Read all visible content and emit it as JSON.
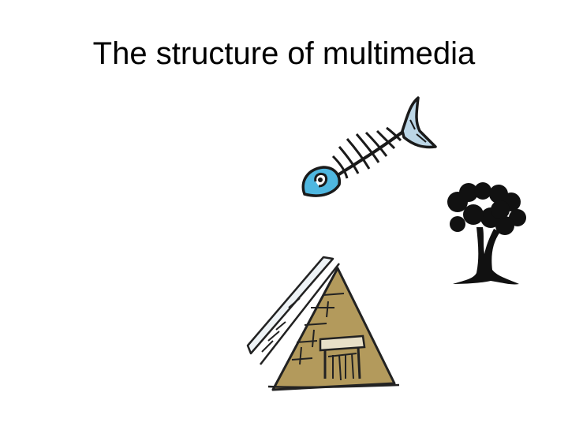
{
  "slide": {
    "title": "The structure of multimedia"
  },
  "clipart": [
    {
      "name": "fish-skeleton",
      "icon": "fish-bone-icon",
      "colors": {
        "ink": "#1a1a1a",
        "fill": "#4fb7e0",
        "tail": "#bcd6e6"
      }
    },
    {
      "name": "tree",
      "icon": "tree-icon",
      "colors": {
        "ink": "#111111"
      }
    },
    {
      "name": "pyramid-house",
      "icon": "a-frame-house-icon",
      "colors": {
        "ink": "#222222",
        "fill": "#b39a5c",
        "side": "#eef3f6"
      }
    }
  ]
}
